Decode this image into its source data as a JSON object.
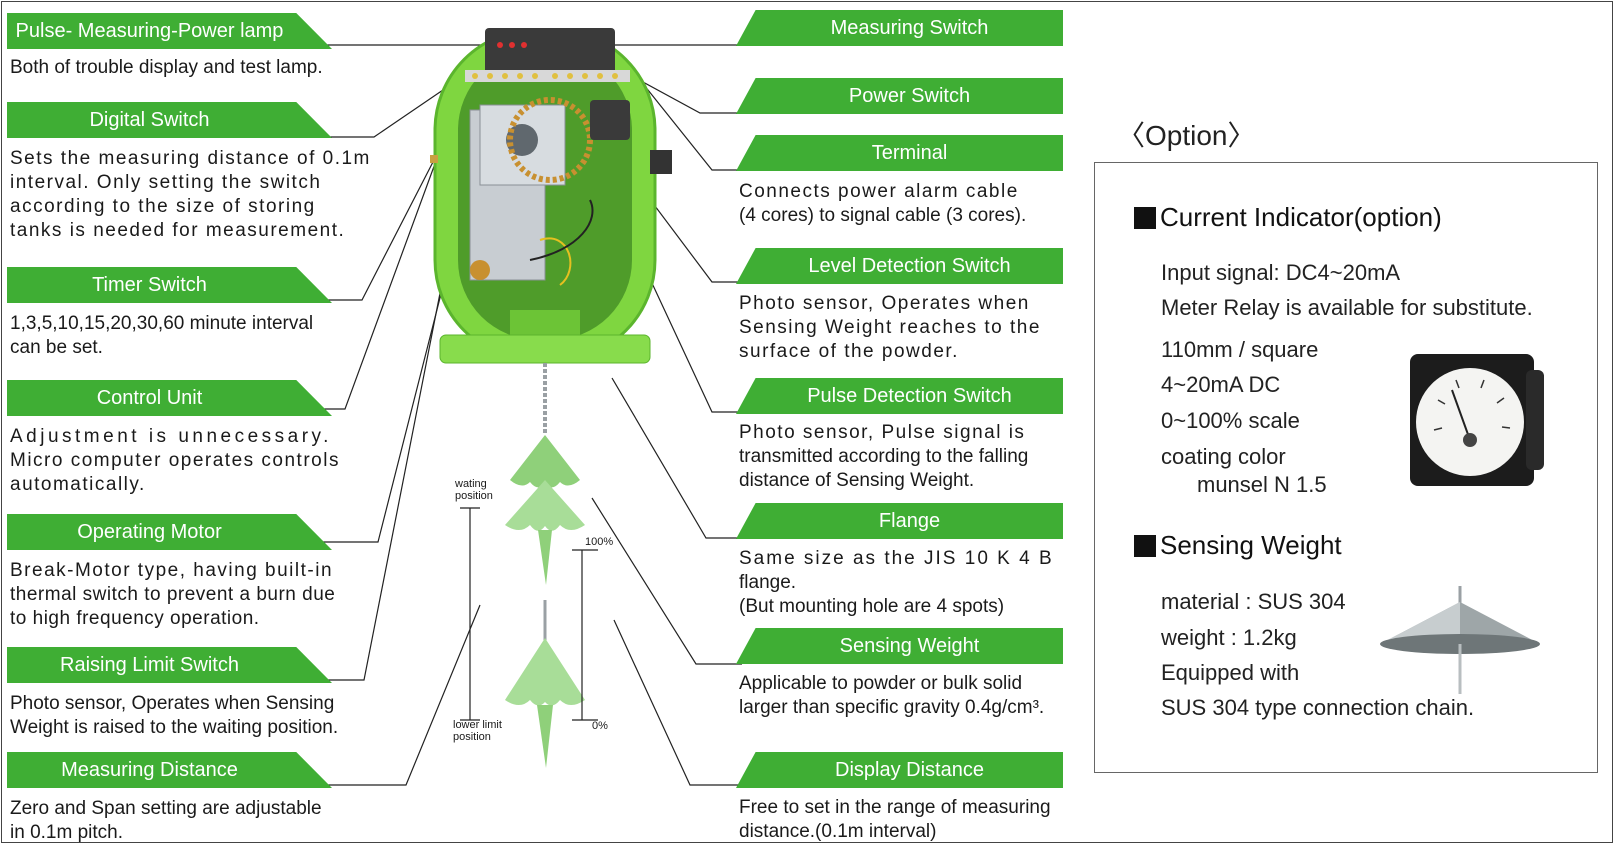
{
  "colors": {
    "tab_green": "#3fae34",
    "device_green": "#7fd640",
    "weight_green": "#8fd07a"
  },
  "left_items": [
    {
      "label": "Pulse- Measuring-Power lamp",
      "desc": [
        "Both of trouble display and test lamp."
      ]
    },
    {
      "label": "Digital Switch",
      "desc": [
        "Sets the measuring distance of 0.1m",
        "interval. Only setting the switch",
        "according to the size of storing",
        "tanks is needed for measurement."
      ]
    },
    {
      "label": "Timer Switch",
      "desc": [
        "1,3,5,10,15,20,30,60 minute interval",
        "can be set."
      ]
    },
    {
      "label": "Control Unit",
      "desc": [
        "Adjustment is unnecessary.",
        "Micro computer operates controls",
        "automatically."
      ]
    },
    {
      "label": "Operating Motor",
      "desc": [
        "Break-Motor type, having built-in",
        "thermal switch to prevent a burn due",
        "to high frequency operation."
      ]
    },
    {
      "label": "Raising Limit Switch",
      "desc": [
        "Photo sensor, Operates when Sensing",
        "Weight is raised to the waiting position."
      ]
    },
    {
      "label": "Measuring Distance",
      "desc": [
        "Zero and Span setting are adjustable",
        "in 0.1m pitch."
      ]
    }
  ],
  "right_items": [
    {
      "label": "Measuring Switch",
      "desc": []
    },
    {
      "label": "Power Switch",
      "desc": []
    },
    {
      "label": "Terminal",
      "desc": [
        "Connects power alarm cable",
        "(4 cores) to signal cable (3 cores)."
      ]
    },
    {
      "label": "Level Detection Switch",
      "desc": [
        "Photo sensor, Operates when",
        "Sensing Weight reaches to the",
        "surface of the powder."
      ]
    },
    {
      "label": "Pulse Detection Switch",
      "desc": [
        "Photo sensor, Pulse signal is",
        "transmitted according to the falling",
        "distance of Sensing Weight."
      ]
    },
    {
      "label": "Flange",
      "desc": [
        "Same size as the JIS 10 K 4 B",
        "flange.",
        "(But mounting hole are 4 spots)"
      ]
    },
    {
      "label": "Sensing Weight",
      "desc": [
        "Applicable to powder or bulk solid",
        "larger than specific gravity 0.4g/cm³."
      ]
    },
    {
      "label": "Display Distance",
      "desc": [
        "Free to set in the range of measuring",
        "distance.(0.1m interval)"
      ]
    }
  ],
  "center": {
    "waiting_position": [
      "wating",
      "position"
    ],
    "lower_limit_position": [
      "lower limit",
      "position"
    ],
    "pct_100": "100%",
    "pct_0": "0%"
  },
  "option": {
    "title": "〈Option〉",
    "current_indicator": {
      "heading": "Current Indicator(option)",
      "lines": [
        "Input signal: DC4~20mA",
        "Meter Relay is available for substitute.",
        "110mm / square",
        "4~20mA DC",
        "0~100% scale",
        "coating color",
        "munsel N 1.5"
      ]
    },
    "sensing_weight": {
      "heading": "Sensing Weight",
      "lines": [
        "material : SUS 304",
        "weight : 1.2kg",
        "Equipped with",
        "SUS 304 type connection chain."
      ]
    }
  }
}
